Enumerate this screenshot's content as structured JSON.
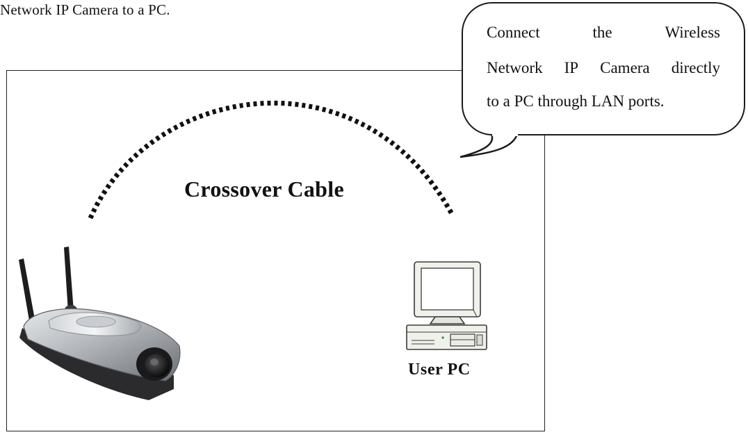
{
  "intro_text": "Network IP Camera to a PC.",
  "cable_label": "Crossover Cable",
  "callout": {
    "line1_words": [
      "Connect",
      "the",
      "Wireless"
    ],
    "line2_words": [
      "Network",
      "IP",
      "Camera",
      "directly"
    ],
    "line3": "to a PC through LAN ports."
  },
  "pc_label": "User PC",
  "colors": {
    "line": "#111111",
    "camera_body": "#b9bcc0",
    "camera_dark": "#2b2b2d",
    "pc_beige": "#f1f1ec",
    "pc_outline": "#3a3a3a"
  },
  "icons": [
    "wireless-ip-camera-icon",
    "desktop-pc-icon",
    "dotted-cable-arc"
  ]
}
